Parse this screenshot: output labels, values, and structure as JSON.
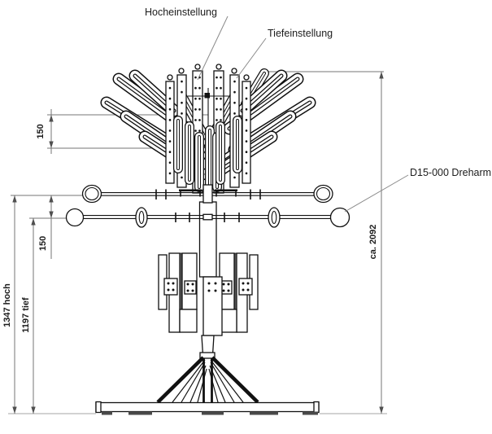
{
  "drawing": {
    "callouts": {
      "hocheinstellung": "Hocheinstellung",
      "tiefeinstellung": "Tiefeinstellung",
      "dreharm": "D15-000 Dreharm"
    },
    "dims": {
      "hook_range": "150",
      "arm_gap": "150",
      "hoch": "1347 hoch",
      "tief": "1197 tief",
      "total": "ca. 2092"
    },
    "colors": {
      "ink": "#111111",
      "dim_line": "#757575",
      "ground_line": "#b8b8b8",
      "background": "#ffffff",
      "foot": "#4a4a4a"
    }
  }
}
